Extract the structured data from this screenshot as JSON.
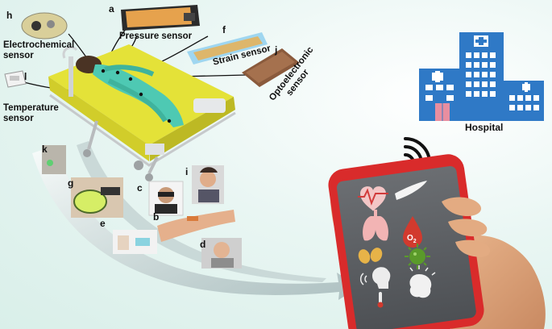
{
  "labels": {
    "pressure": "Pressure sensor",
    "strain": "Strain sensor",
    "opto_line1": "Optoelectronic",
    "opto_line2": "sensor",
    "electro_line1": "Electrochemical",
    "electro_line2": "sensor",
    "temp_line1": "Temperature",
    "temp_line2": "sensor",
    "hospital": "Hospital"
  },
  "letters": {
    "a": "a",
    "f": "f",
    "j": "j",
    "h": "h",
    "l": "l",
    "k": "k",
    "g": "g",
    "c": "c",
    "i": "i",
    "b": "b",
    "e": "e",
    "d": "d"
  },
  "icons": {
    "o2": "O",
    "o2_sub": "2"
  },
  "colors": {
    "phone_body": "#d92b2b",
    "screen": "#5f6266",
    "bed_top": "#e4e238",
    "patient": "#4ec9b3",
    "hospital_blue": "#2f79c6"
  }
}
